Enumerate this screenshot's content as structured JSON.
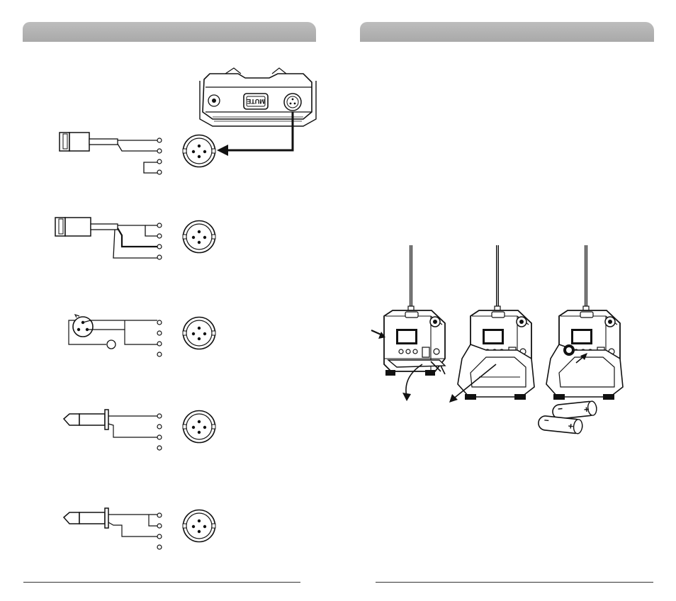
{
  "left_page": {
    "header_title": "",
    "device_label": "MUTE",
    "wiring_diagrams": [
      {
        "id": "wiring-1",
        "plug": "mini-plug"
      },
      {
        "id": "wiring-2",
        "plug": "mini-plug"
      },
      {
        "id": "wiring-3",
        "plug": "xlr"
      },
      {
        "id": "wiring-4",
        "plug": "phone-jack"
      },
      {
        "id": "wiring-5",
        "plug": "phone-jack"
      }
    ]
  },
  "right_page": {
    "header_title": "",
    "battery_steps": [
      {
        "id": "step-open-cover"
      },
      {
        "id": "step-remove-cover"
      },
      {
        "id": "step-insert-batteries"
      }
    ]
  },
  "colors": {
    "header": "#b4b4b4",
    "line": "#111111"
  }
}
